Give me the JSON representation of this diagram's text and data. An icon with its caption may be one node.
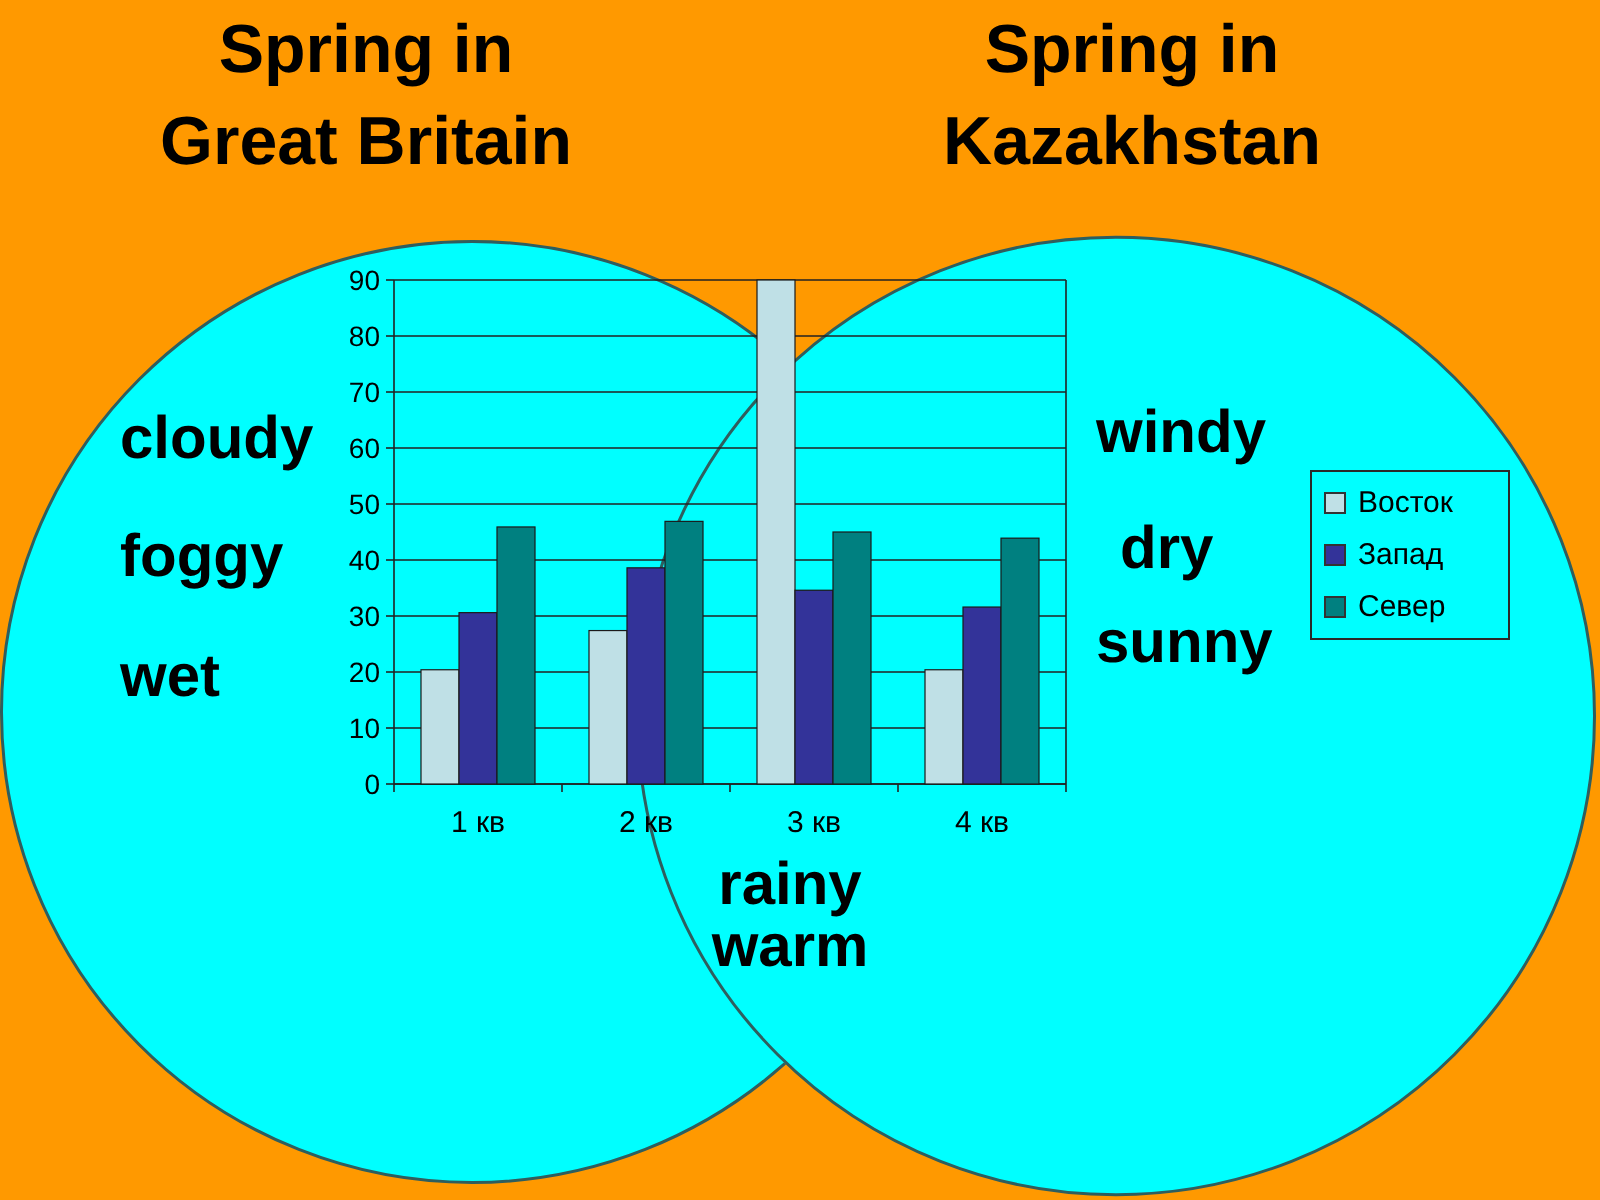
{
  "diagram": {
    "nodes": [
      {
        "text": [
          "Spring in Great Britain",
          "cloudy",
          "foggy",
          "wet"
        ]
      },
      {
        "text": [
          "Spring in Kazakhstan",
          "windy",
          "dry",
          "sunny"
        ]
      }
    ],
    "labels": [
      "rainy",
      "warm"
    ],
    "chart_data": {
      "type": "bar",
      "categories": [
        "1 кв",
        "2 кв",
        "3 кв",
        "4 кв"
      ],
      "series": [
        {
          "name": "Восток",
          "color": "#bfe0e6",
          "values": [
            20.4,
            27.4,
            90,
            20.4
          ]
        },
        {
          "name": "Запад",
          "color": "#333399",
          "values": [
            30.6,
            38.6,
            34.6,
            31.6
          ]
        },
        {
          "name": "Север",
          "color": "#008080",
          "values": [
            45.9,
            46.9,
            45,
            43.9
          ]
        }
      ],
      "ylim": [
        0,
        90
      ],
      "yticks": [
        0,
        10,
        20,
        30,
        40,
        50,
        60,
        70,
        80,
        90
      ],
      "grid": true,
      "legend": "right"
    }
  }
}
